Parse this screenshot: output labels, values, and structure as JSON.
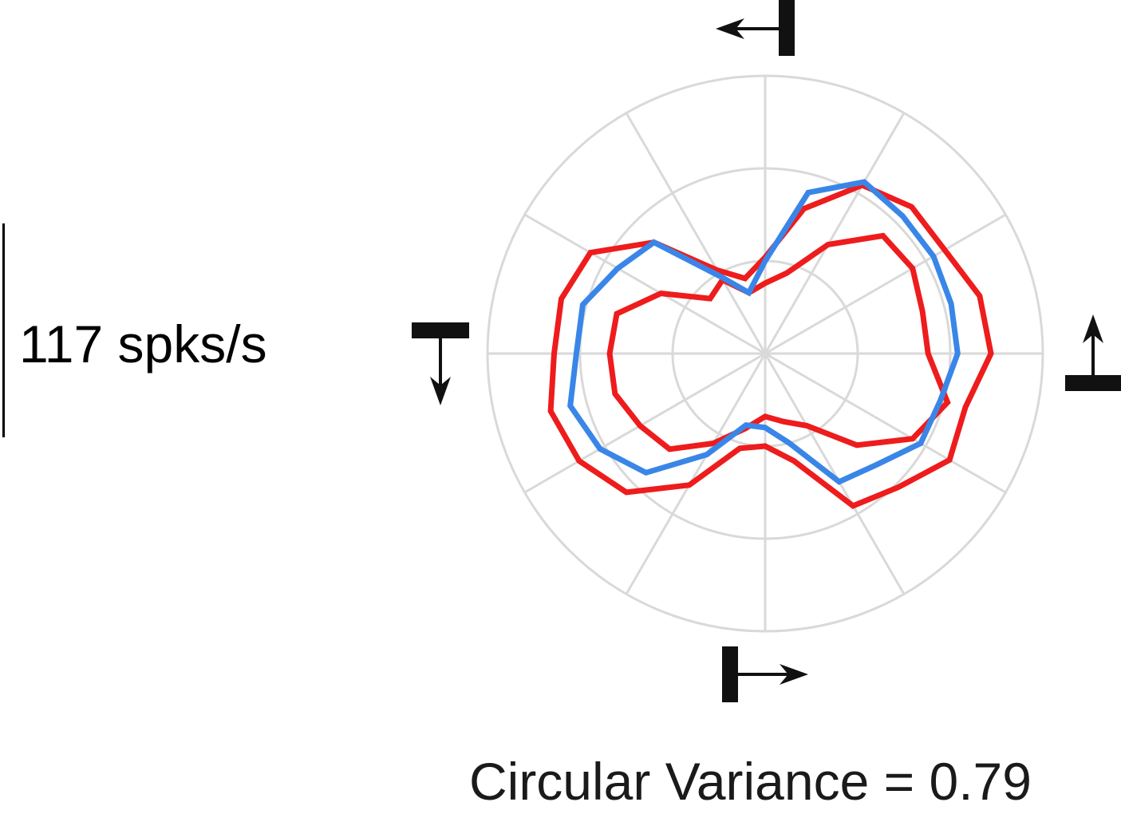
{
  "scale_bar": {
    "label": "117 spks/s"
  },
  "circular_variance": {
    "label": "Circular Variance = 0.79",
    "value": 0.79
  },
  "colors": {
    "grid": "#d9d9d9",
    "mean_trace": "#3a86e8",
    "bound_traces": "#ee1c1c",
    "stimulus_icons": "#111111"
  },
  "stimulus_icons": [
    {
      "name": "bar-moving-left-icon",
      "direction": "left"
    },
    {
      "name": "bar-moving-right-icon",
      "direction": "right"
    },
    {
      "name": "bar-moving-down-icon",
      "direction": "down"
    },
    {
      "name": "bar-moving-up-icon",
      "direction": "up"
    }
  ],
  "chart_data": {
    "type": "polar-line",
    "radial_max": 1.5,
    "radial_rings": [
      0.5,
      1.0,
      1.5
    ],
    "angular_gridlines_deg": [
      0,
      30,
      60,
      90,
      120,
      150,
      180,
      210,
      240,
      270,
      300,
      330
    ],
    "angles_deg": [
      0,
      15,
      30,
      45,
      60,
      75,
      90,
      105,
      120,
      135,
      150,
      165,
      180,
      195,
      210,
      225,
      240,
      255,
      270,
      285,
      300,
      315,
      330,
      345
    ],
    "series": [
      {
        "color": "#3a86e8",
        "values": [
          1.04,
          1.04,
          1.05,
          1.05,
          1.07,
          0.9,
          0.5,
          0.34,
          0.48,
          0.85,
          0.92,
          1.02,
          1.02,
          1.09,
          1.03,
          0.91,
          0.63,
          0.4,
          0.4,
          0.5,
          0.8,
          0.85,
          0.97,
          0.98
        ]
      },
      {
        "color": "#ee1c1c",
        "values": [
          1.22,
          1.2,
          1.12,
          1.12,
          1.05,
          0.81,
          0.52,
          0.42,
          0.52,
          0.85,
          1.09,
          1.14,
          1.14,
          1.2,
          1.16,
          1.06,
          0.82,
          0.53,
          0.5,
          0.6,
          0.95,
          1.02,
          1.15,
          1.12
        ]
      },
      {
        "color": "#ee1c1c",
        "values": [
          0.88,
          0.88,
          0.92,
          0.9,
          0.68,
          0.45,
          0.38,
          0.34,
          0.46,
          0.42,
          0.65,
          0.83,
          0.84,
          0.84,
          0.78,
          0.73,
          0.56,
          0.42,
          0.34,
          0.38,
          0.45,
          0.7,
          0.92,
          1.02
        ]
      }
    ]
  }
}
